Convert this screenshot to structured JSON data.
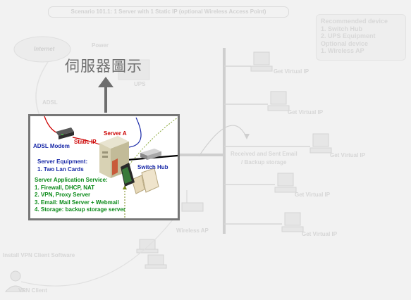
{
  "scenario_title": "Scenario 101.1: 1 Server with 1 Static IP (optional Wireless Access Point)",
  "recommended": {
    "lines": [
      "Recommended device",
      "1. Switch Hub",
      "2. UPS Equipment",
      "Optional device",
      "1. Wireless AP"
    ]
  },
  "overlay_title": "伺服器圖示",
  "background_labels": {
    "internet": "Internet",
    "power": "Power",
    "ups": "UPS",
    "adsl": "ADSL",
    "received": "Received and Sent Email",
    "backup": "/ Backup storage",
    "wireless_ap": "Wireless AP",
    "vpn_software": "Install VPN Client Software",
    "vpn_client": "VPN Client",
    "get_virtual_ip": "Get Virtual IP"
  },
  "panel": {
    "server_a": "Server A",
    "static_ip": "Static IP",
    "adsl_modem": "ADSL Modem",
    "switch_hub": "Switch Hub",
    "equipment_title": "Server Equipment:",
    "equipment_items": [
      "1. Two Lan Cards"
    ],
    "service_title": "Server Application Service:",
    "service_items": [
      "1. Firewall, DHCP, NAT",
      "2. VPN, Proxy Server",
      "3. Email: Mail Server + Webmail",
      "4. Storage: backup storage server"
    ]
  },
  "colors": {
    "background": "#f2f2f2",
    "panel_border": "#777777",
    "arrow": "#6e6e6e",
    "red_label": "#cc0000",
    "navy_label": "#1a2aa8",
    "green_label": "#0a8a18",
    "faint_text": "#d6d6d6"
  }
}
